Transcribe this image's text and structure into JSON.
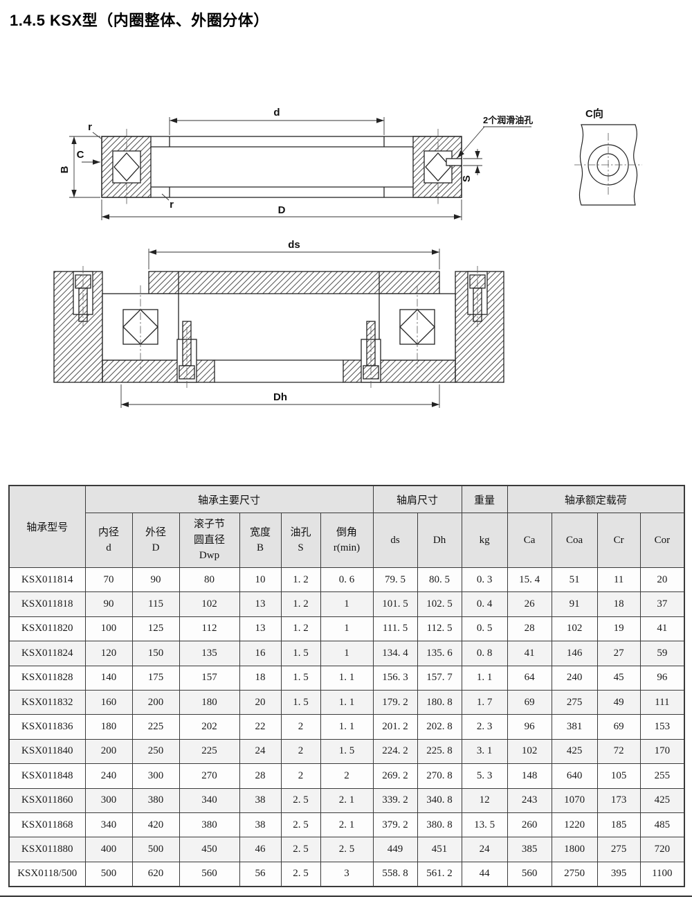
{
  "page": {
    "title": "1.4.5 KSX型（内圈整体、外圈分体）"
  },
  "drawing": {
    "top_view": {
      "dim_d": "d",
      "dim_D": "D",
      "dim_B": "B",
      "dim_C": "C",
      "dim_S": "S",
      "dim_r_top": "r",
      "dim_r_bottom": "r",
      "oil_hole_note": "2个润滑油孔",
      "section_label": "C向"
    },
    "mount_view": {
      "dim_ds": "ds",
      "dim_Dh": "Dh"
    }
  },
  "table": {
    "header_groups": {
      "model": "轴承型号",
      "main_dims": "轴承主要尺寸",
      "shoulder_dims": "轴肩尺寸",
      "weight": "重量",
      "rated_load": "轴承额定载荷"
    },
    "columns": [
      "内径\nd",
      "外径\nD",
      "滚子节\n圆直径\nDwp",
      "宽度\nB",
      "油孔\nS",
      "倒角\nr(min)",
      "ds",
      "Dh",
      "kg",
      "Ca",
      "Coa",
      "Cr",
      "Cor"
    ],
    "rows": [
      [
        "KSX011814",
        "70",
        "90",
        "80",
        "10",
        "1. 2",
        "0. 6",
        "79. 5",
        "80. 5",
        "0. 3",
        "15. 4",
        "51",
        "11",
        "20"
      ],
      [
        "KSX011818",
        "90",
        "115",
        "102",
        "13",
        "1. 2",
        "1",
        "101. 5",
        "102. 5",
        "0. 4",
        "26",
        "91",
        "18",
        "37"
      ],
      [
        "KSX011820",
        "100",
        "125",
        "112",
        "13",
        "1. 2",
        "1",
        "111. 5",
        "112. 5",
        "0. 5",
        "28",
        "102",
        "19",
        "41"
      ],
      [
        "KSX011824",
        "120",
        "150",
        "135",
        "16",
        "1. 5",
        "1",
        "134. 4",
        "135. 6",
        "0. 8",
        "41",
        "146",
        "27",
        "59"
      ],
      [
        "KSX011828",
        "140",
        "175",
        "157",
        "18",
        "1. 5",
        "1. 1",
        "156. 3",
        "157. 7",
        "1. 1",
        "64",
        "240",
        "45",
        "96"
      ],
      [
        "KSX011832",
        "160",
        "200",
        "180",
        "20",
        "1. 5",
        "1. 1",
        "179. 2",
        "180. 8",
        "1. 7",
        "69",
        "275",
        "49",
        "111"
      ],
      [
        "KSX011836",
        "180",
        "225",
        "202",
        "22",
        "2",
        "1. 1",
        "201. 2",
        "202. 8",
        "2. 3",
        "96",
        "381",
        "69",
        "153"
      ],
      [
        "KSX011840",
        "200",
        "250",
        "225",
        "24",
        "2",
        "1. 5",
        "224. 2",
        "225. 8",
        "3. 1",
        "102",
        "425",
        "72",
        "170"
      ],
      [
        "KSX011848",
        "240",
        "300",
        "270",
        "28",
        "2",
        "2",
        "269. 2",
        "270. 8",
        "5. 3",
        "148",
        "640",
        "105",
        "255"
      ],
      [
        "KSX011860",
        "300",
        "380",
        "340",
        "38",
        "2. 5",
        "2. 1",
        "339. 2",
        "340. 8",
        "12",
        "243",
        "1070",
        "173",
        "425"
      ],
      [
        "KSX011868",
        "340",
        "420",
        "380",
        "38",
        "2. 5",
        "2. 1",
        "379. 2",
        "380. 8",
        "13. 5",
        "260",
        "1220",
        "185",
        "485"
      ],
      [
        "KSX011880",
        "400",
        "500",
        "450",
        "46",
        "2. 5",
        "2. 5",
        "449",
        "451",
        "24",
        "385",
        "1800",
        "275",
        "720"
      ],
      [
        "KSX0118/500",
        "500",
        "620",
        "560",
        "56",
        "2. 5",
        "3",
        "558. 8",
        "561. 2",
        "44",
        "560",
        "2750",
        "395",
        "1100"
      ]
    ],
    "colors": {
      "header_bg": "#e3e3e3",
      "row_alt_bg": "#f3f3f3",
      "border": "#3a3a3a"
    }
  }
}
